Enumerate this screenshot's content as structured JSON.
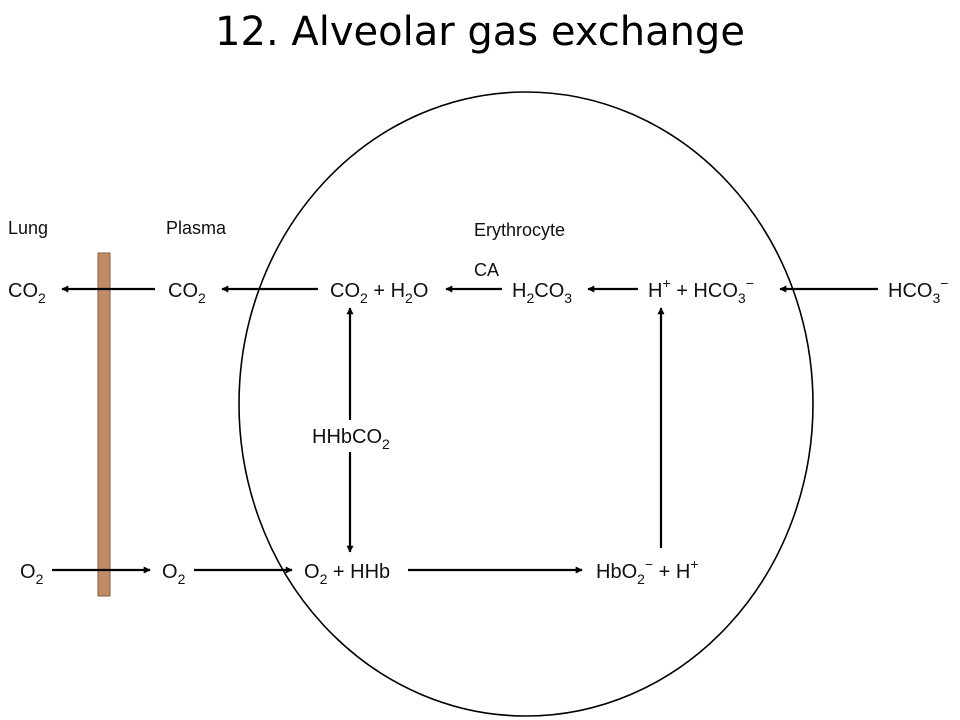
{
  "title": "12. Alveolar gas exchange",
  "colors": {
    "membrane": "#c08c68",
    "membrane_edge": "#8a5a3a",
    "line": "#000000"
  },
  "labels": {
    "lung": "Lung",
    "plasma": "Plasma",
    "erythrocyte": "Erythrocyte",
    "enzyme": "CA"
  },
  "species": {
    "lung_co2": "CO2",
    "plasma_co2": "CO2",
    "co2_h2o": "CO2 + H2O",
    "h2co3": "H2CO3",
    "h_hco3": "H+ + HCO3−",
    "plasma_hco3": "HCO3−",
    "hhbco2": "HHbCO2",
    "lung_o2": "O2",
    "plasma_o2": "O2",
    "o2_hhb": "O2 + HHb",
    "hbo2_h": "HbO2− + H+"
  }
}
